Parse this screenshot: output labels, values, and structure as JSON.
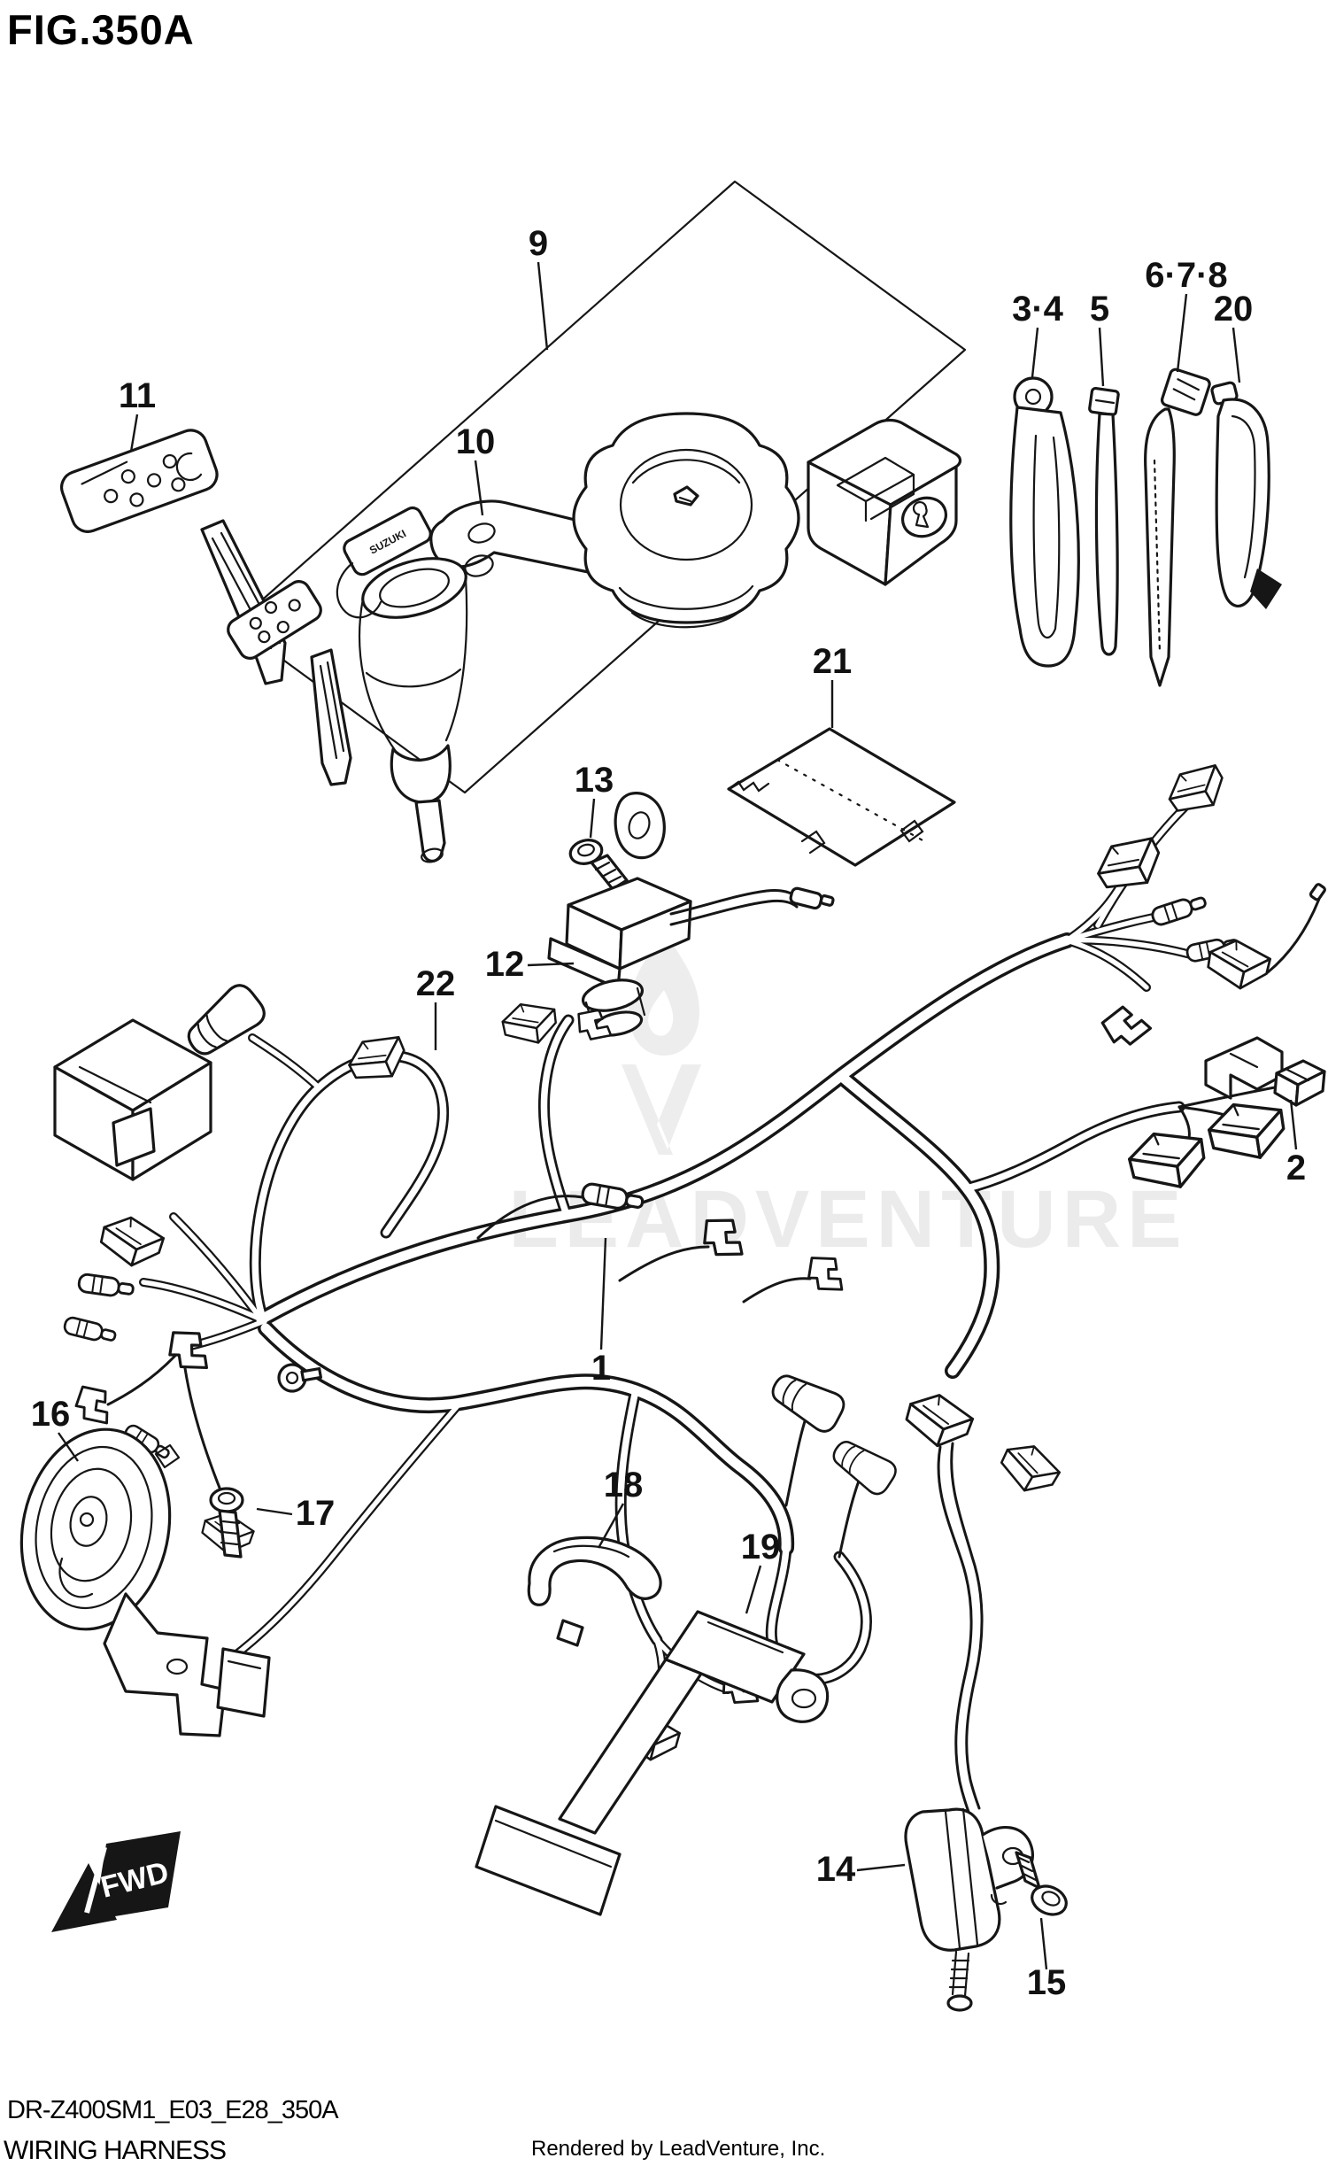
{
  "figure": {
    "title": "FIG.350A"
  },
  "watermark": {
    "text": "LEADVENTURE",
    "logo": "leadventure-flame-v-logo",
    "color": "#ebebeb"
  },
  "fwd_arrow": {
    "label": "FWD"
  },
  "key_tag": {
    "label": "SUZUKI"
  },
  "footer": {
    "drawing_code": "DR-Z400SM1_E03_E28_350A",
    "part_name": "WIRING HARNESS",
    "credit": "Rendered by LeadVenture, Inc."
  },
  "callouts": [
    {
      "label": "9"
    },
    {
      "label": "10"
    },
    {
      "label": "11"
    },
    {
      "label": "3·4"
    },
    {
      "label": "5"
    },
    {
      "label": "6·7·8"
    },
    {
      "label": "20"
    },
    {
      "label": "21"
    },
    {
      "label": "13"
    },
    {
      "label": "12"
    },
    {
      "label": "22"
    },
    {
      "label": "2"
    },
    {
      "label": "1"
    },
    {
      "label": "16"
    },
    {
      "label": "17"
    },
    {
      "label": "18"
    },
    {
      "label": "19"
    },
    {
      "label": "14"
    },
    {
      "label": "15"
    }
  ]
}
